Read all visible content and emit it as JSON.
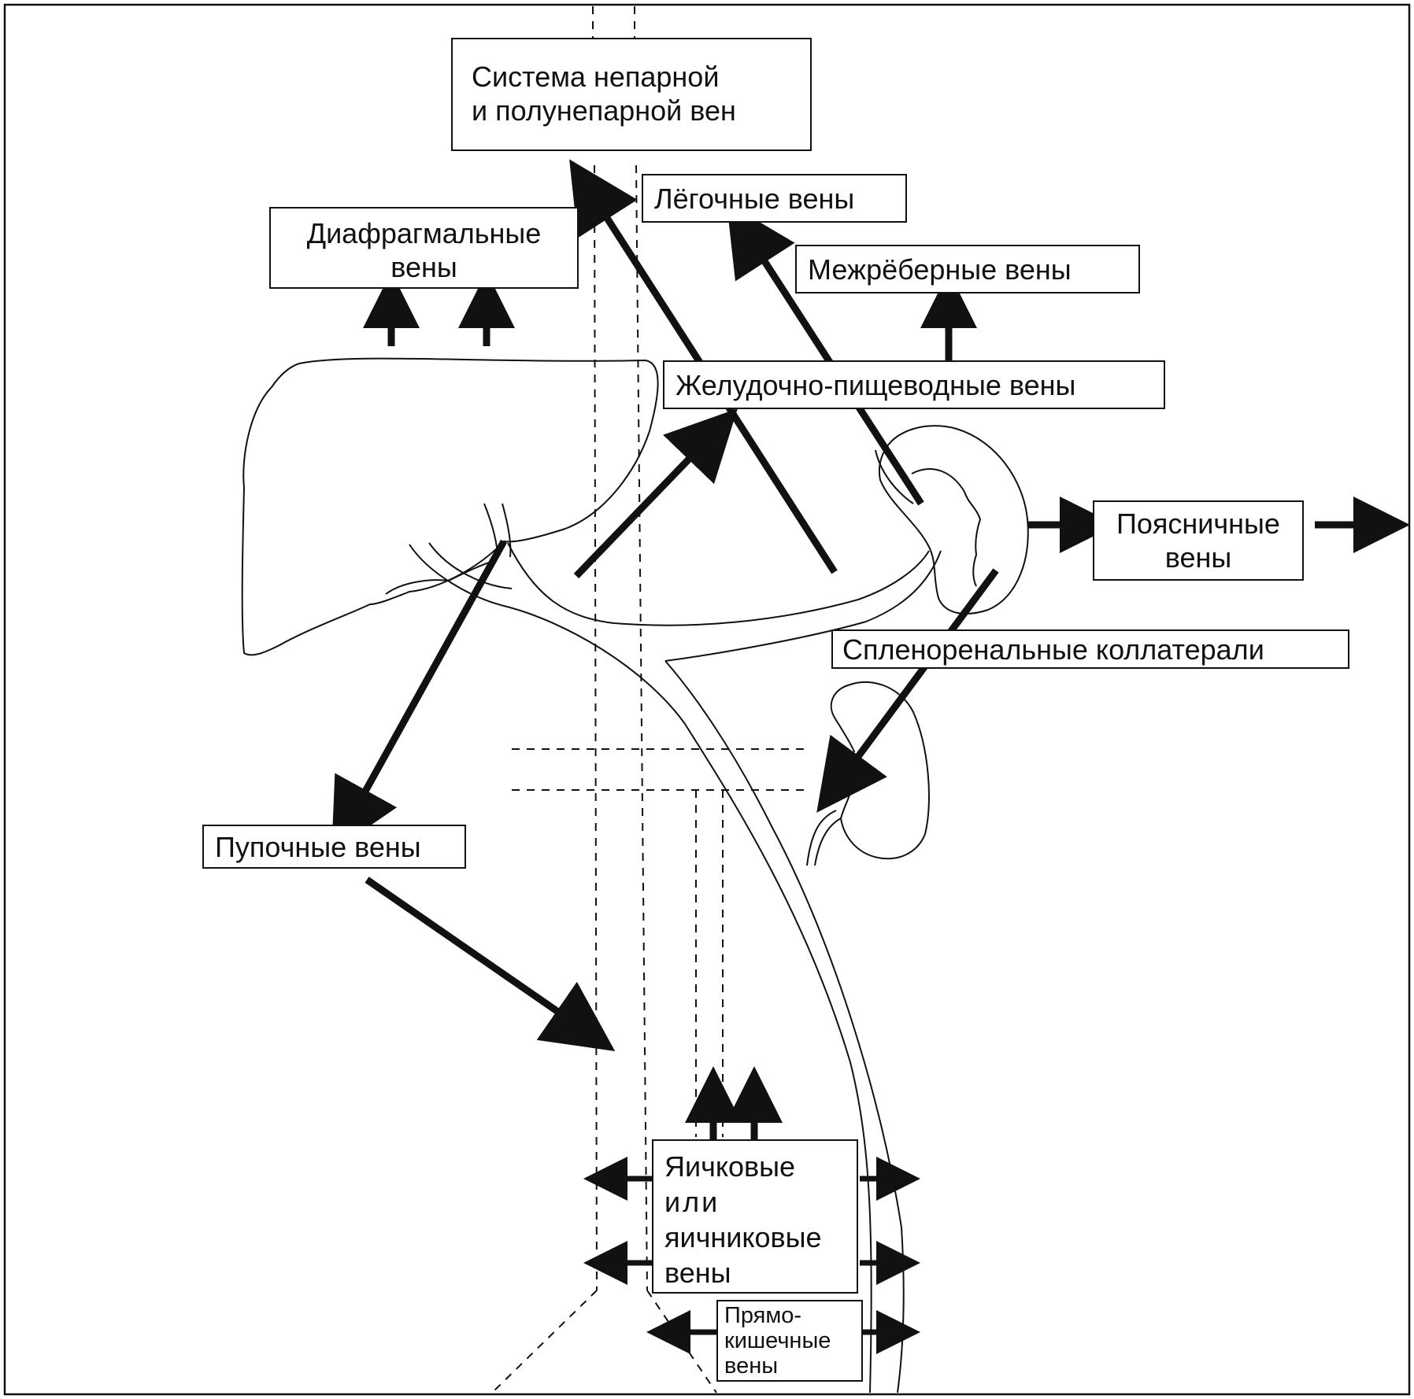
{
  "labels": {
    "azygos": [
      "Система непарной",
      "и полунепарной вен"
    ],
    "pulmonary": "Лёгочные вены",
    "diaphragmatic": [
      "Диафрагмальные",
      "вены"
    ],
    "intercostal": "Межрёберные вены",
    "gastroesophageal": "Желудочно-пищеводные вены",
    "lumbar": [
      "Поясничные",
      "вены"
    ],
    "splenorenal": "Спленоренальные коллатерали",
    "umbilical": "Пупочные вены",
    "gonadal": [
      "Яичковые",
      "или",
      "яичниковые",
      "вены"
    ],
    "rectal": [
      "Прямо-",
      "кишечные",
      "вены"
    ]
  }
}
